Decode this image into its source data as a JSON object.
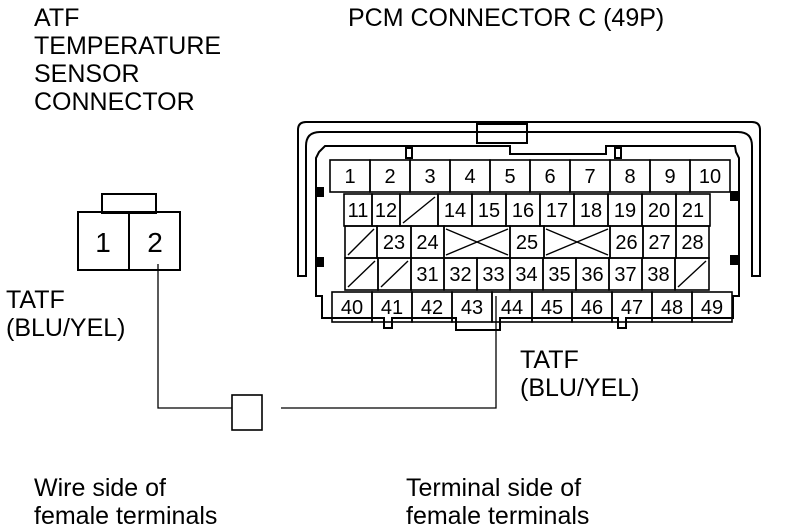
{
  "left_connector": {
    "title": "ATF\nTEMPERATURE\nSENSOR\nCONNECTOR",
    "terminals": [
      "1",
      "2"
    ],
    "wire_label": "TATF\n(BLU/YEL)",
    "caption": "Wire side of\nfemale terminals"
  },
  "right_connector": {
    "title": "PCM CONNECTOR C (49P)",
    "wire_label": "TATF\n(BLU/YEL)",
    "caption": "Terminal side of\nfemale terminals",
    "highlighted_terminal": "44",
    "rows": [
      [
        "1",
        "2",
        "3",
        "4",
        "5",
        "6",
        "7",
        "8",
        "9",
        "10"
      ],
      [
        "",
        "11",
        "12",
        "/",
        "14",
        "15",
        "16",
        "17",
        "18",
        "19",
        "20",
        "21",
        ""
      ],
      [
        "/",
        "23",
        "24",
        "X",
        "25",
        "X",
        "26",
        "27",
        "28"
      ],
      [
        "/",
        "/",
        "31",
        "32",
        "33",
        "34",
        "35",
        "36",
        "37",
        "38",
        "/"
      ],
      [
        "40",
        "41",
        "42",
        "43",
        "44",
        "45",
        "46",
        "47",
        "48",
        "49"
      ]
    ]
  }
}
